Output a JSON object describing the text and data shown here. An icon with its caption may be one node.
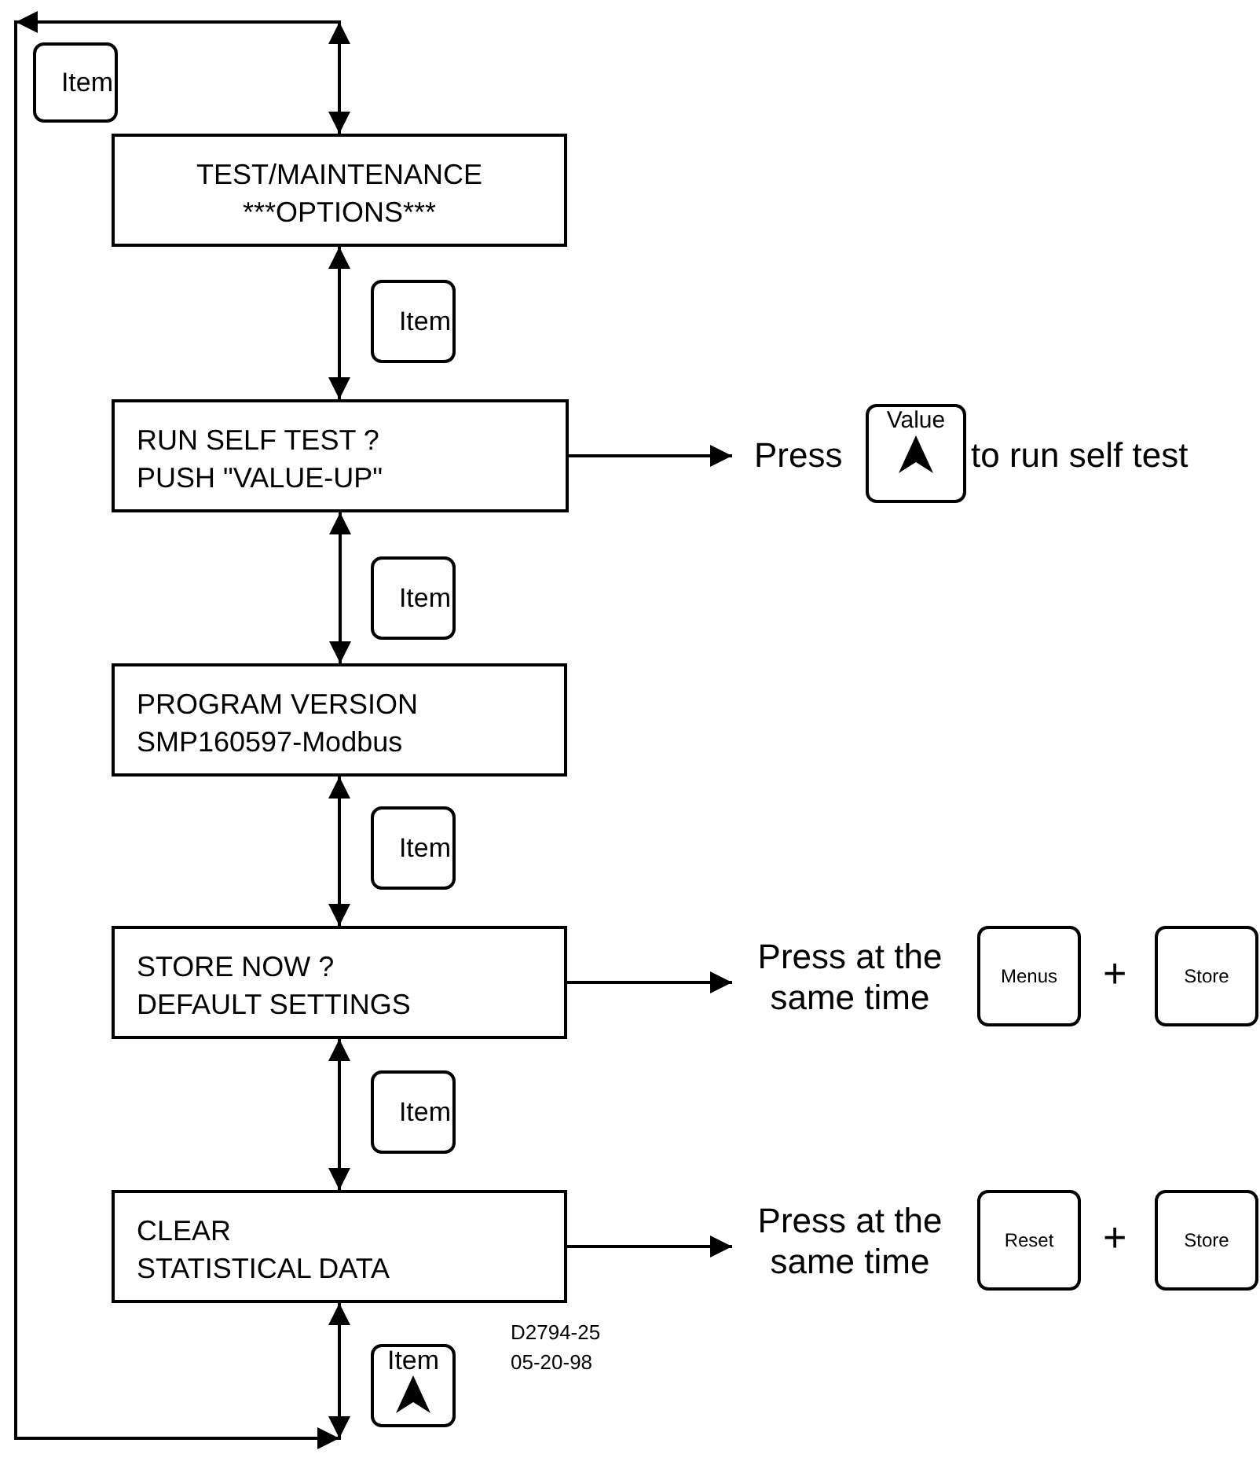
{
  "diagram": {
    "nodes": [
      {
        "text": [
          "Item"
        ]
      },
      {
        "text": [
          "TEST/MAINTENANCE",
          "***OPTIONS***"
        ]
      },
      {
        "text": [
          "Item"
        ]
      },
      {
        "text": [
          "RUN SELF TEST ?",
          "PUSH \"VALUE-UP\""
        ]
      },
      {
        "text": [
          "Press",
          "to run self test"
        ]
      },
      {
        "text": [
          "Value"
        ]
      },
      {
        "text": [
          "Item"
        ]
      },
      {
        "text": [
          "PROGRAM VERSION",
          "SMP160597-Modbus"
        ]
      },
      {
        "text": [
          "Item"
        ]
      },
      {
        "text": [
          "STORE NOW ?",
          "DEFAULT SETTINGS"
        ]
      },
      {
        "text": [
          "Press at the same time"
        ]
      },
      {
        "text": [
          "Menus"
        ]
      },
      {
        "text": [
          "Store"
        ]
      },
      {
        "text": [
          "Item"
        ]
      },
      {
        "text": [
          "CLEAR",
          "STATISTICAL DATA"
        ]
      },
      {
        "text": [
          "Press at the same time"
        ]
      },
      {
        "text": [
          "Reset"
        ]
      },
      {
        "text": [
          "Store"
        ]
      },
      {
        "text": [
          "Item"
        ]
      }
    ],
    "edges": [
      {
        "from": 1,
        "to": 3,
        "arrow": "both"
      },
      {
        "from": 3,
        "to": 7,
        "arrow": "both"
      },
      {
        "from": 7,
        "to": 9,
        "arrow": "both"
      },
      {
        "from": 9,
        "to": 14,
        "arrow": "both"
      },
      {
        "from": 3,
        "to": 4,
        "arrow": "to"
      },
      {
        "from": 9,
        "to": 10,
        "arrow": "to"
      },
      {
        "from": 14,
        "to": 15,
        "arrow": "to"
      },
      {
        "from": 14,
        "to": 1,
        "arrow": "both"
      }
    ],
    "labels": [
      "+",
      "+",
      "D2794-25",
      "05-20-98"
    ]
  }
}
